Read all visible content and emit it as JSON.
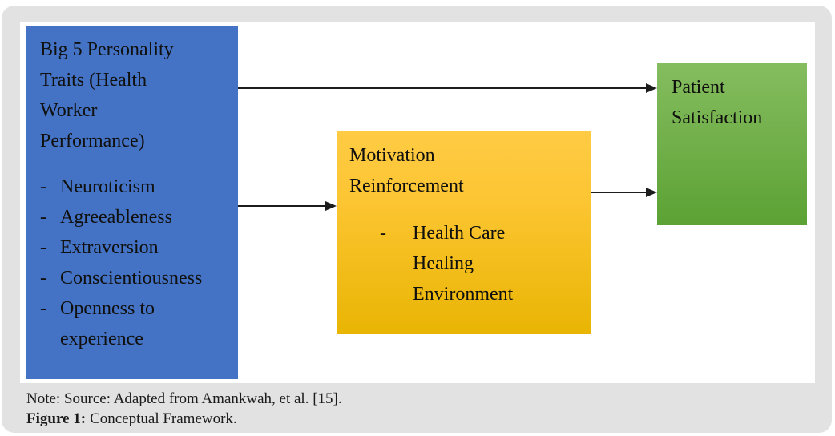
{
  "diagram": {
    "big5_box": {
      "title": "Big 5 Personality\nTraits (Health\nWorker\nPerformance)",
      "bullet": "-",
      "items": [
        "Neuroticism",
        "Agreeableness",
        "Extraversion",
        "Conscientiousness",
        "Openness to experience"
      ],
      "bg_color": "#4472c4"
    },
    "motivation_box": {
      "title": "Motivation\nReinforcement",
      "bullet": "-",
      "items": [
        "Health Care Healing Environment"
      ],
      "bg_color_top": "#fecb44",
      "bg_color_bottom": "#e9b503"
    },
    "patient_box": {
      "title": "Patient\nSatisfaction",
      "bg_color_top": "#85bd5f",
      "bg_color_bottom": "#5ba233"
    },
    "arrows": [
      {
        "from": "big5_box",
        "to": "patient_box"
      },
      {
        "from": "big5_box",
        "to": "motivation_box"
      },
      {
        "from": "motivation_box",
        "to": "patient_box"
      }
    ],
    "frame_color": "#e2e2e2"
  },
  "caption": {
    "note": "Note: Source: Adapted from Amankwah, et al. [15].",
    "figure_label": "Figure 1:",
    "figure_title": "Conceptual Framework."
  }
}
